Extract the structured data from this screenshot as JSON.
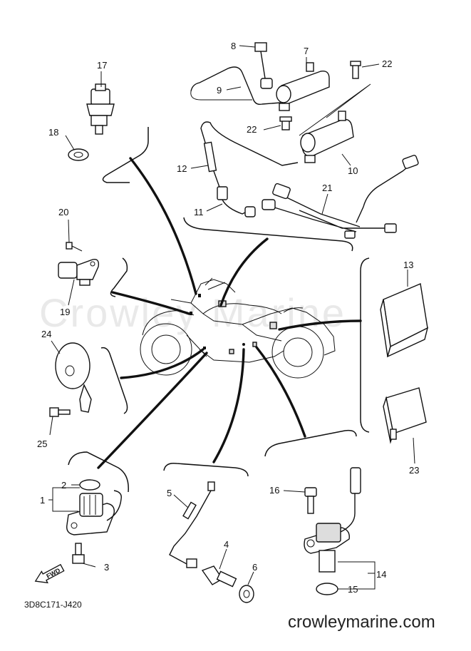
{
  "watermark": "Crowley Marine",
  "footer_site": "crowleymarine.com",
  "drawing_code": "3D8C171-J420",
  "fwd_label": "FWD",
  "callouts": {
    "n1": "1",
    "n2": "2",
    "n3": "3",
    "n4": "4",
    "n5": "5",
    "n6": "6",
    "n7": "7",
    "n8": "8",
    "n9": "9",
    "n10": "10",
    "n11": "11",
    "n12": "12",
    "n13": "13",
    "n14": "14",
    "n15": "15",
    "n16": "16",
    "n17": "17",
    "n18": "18",
    "n19": "19",
    "n20": "20",
    "n21": "21",
    "n22a": "22",
    "n22b": "22",
    "n23": "23",
    "n24": "24",
    "n25": "25"
  }
}
